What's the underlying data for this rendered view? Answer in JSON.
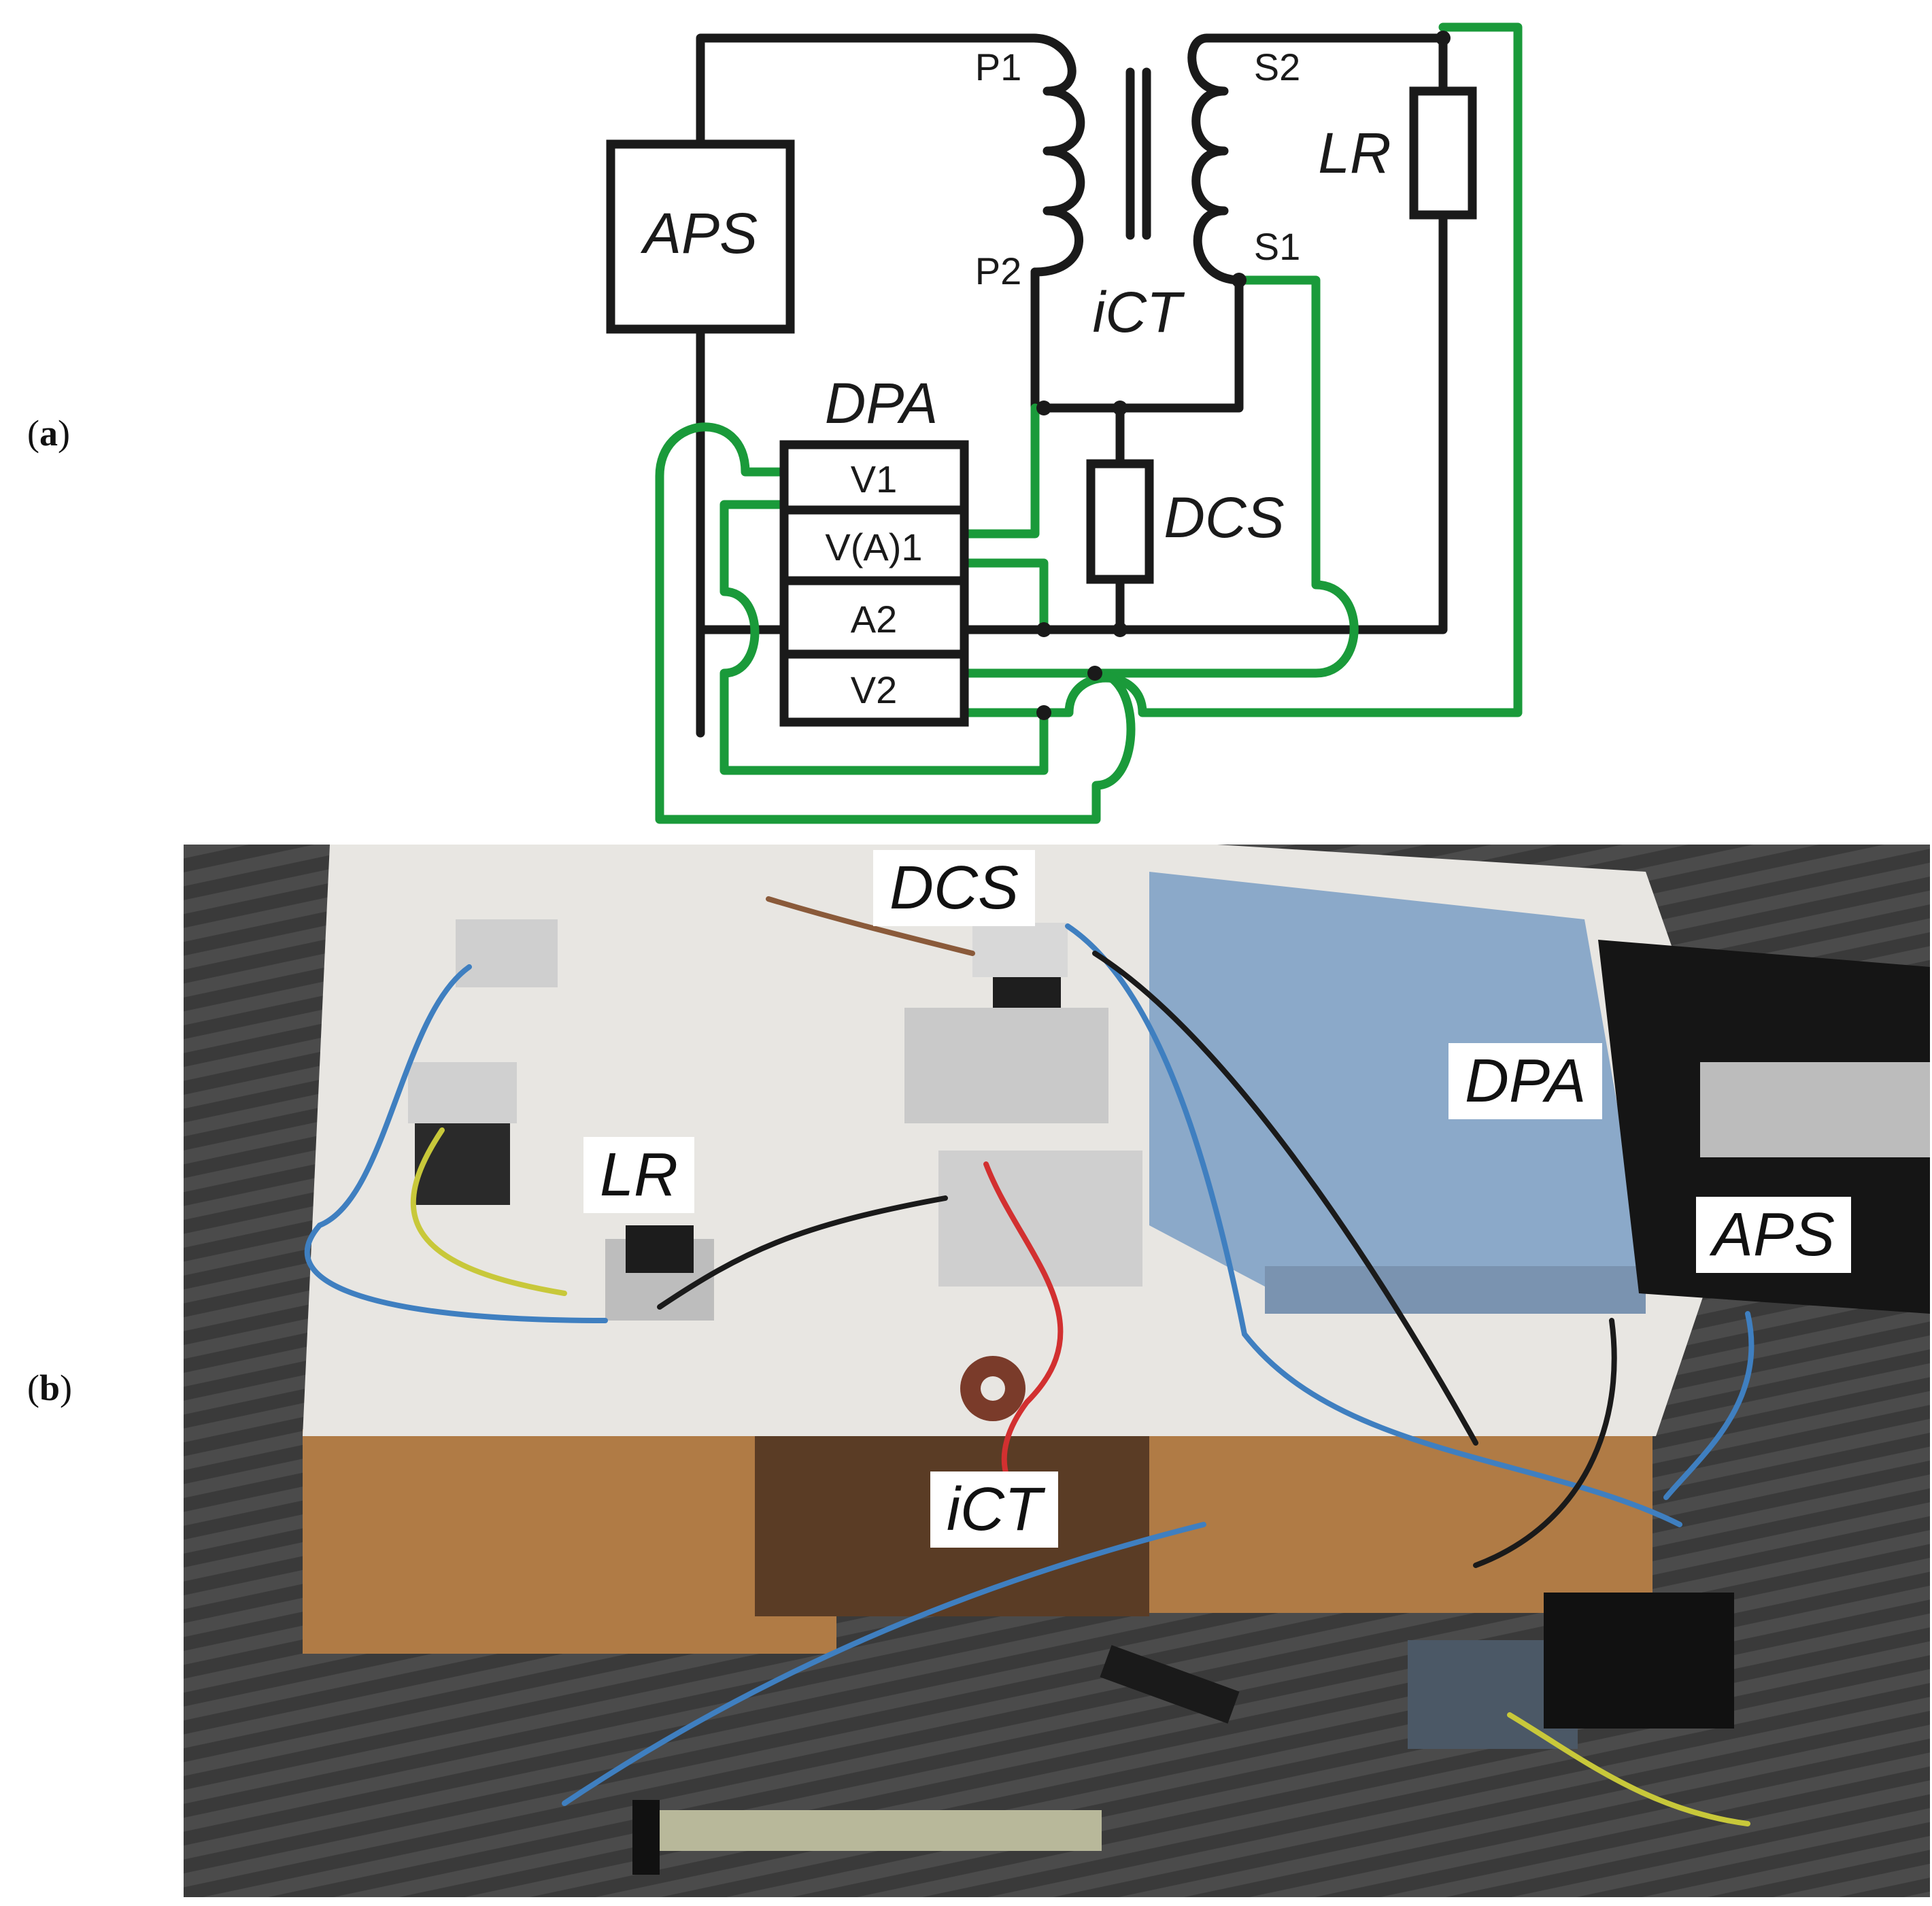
{
  "panels": {
    "a": {
      "open": "(",
      "letter": "a",
      "close": ")"
    },
    "b": {
      "open": "(",
      "letter": "b",
      "close": ")"
    }
  },
  "schematic": {
    "blocks": {
      "aps": "APS",
      "dpa": "DPA",
      "lr": "LR",
      "dcs": "DCS",
      "ict": "iCT"
    },
    "terminals": {
      "p1": "P1",
      "p2": "P2",
      "s1": "S1",
      "s2": "S2"
    },
    "dpa_channels": [
      "V1",
      "V(A)1",
      "A2",
      "V2"
    ],
    "wire_colors": {
      "power": "#1a1a1a",
      "measurement": "#1a9a3a"
    }
  },
  "photo": {
    "tags": {
      "dcs": "DCS",
      "dpa": "DPA",
      "lr": "LR",
      "aps": "APS",
      "ict": "iCT"
    }
  }
}
